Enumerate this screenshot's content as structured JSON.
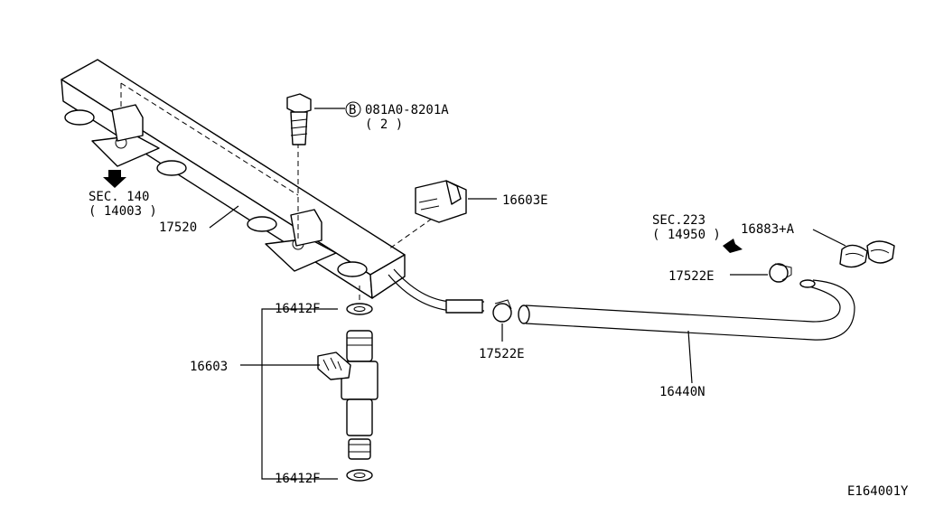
{
  "labels": {
    "bolt_code": "081A0-8201A",
    "bolt_qty": "( 2 )",
    "bolt_circle": "B",
    "sec140": "SEC. 140",
    "sec140_ref": "( 14003 )",
    "rail": "17520",
    "connector": "16603E",
    "sec223": "SEC.223",
    "sec223_ref": "( 14950 )",
    "clip": "16883+A",
    "clamp_upper": "17522E",
    "clamp_lower": "17522E",
    "oring_top": "16412F",
    "injector": "16603",
    "oring_bottom": "16412F",
    "hose": "16440N",
    "diagram_id": "E164001Y"
  }
}
